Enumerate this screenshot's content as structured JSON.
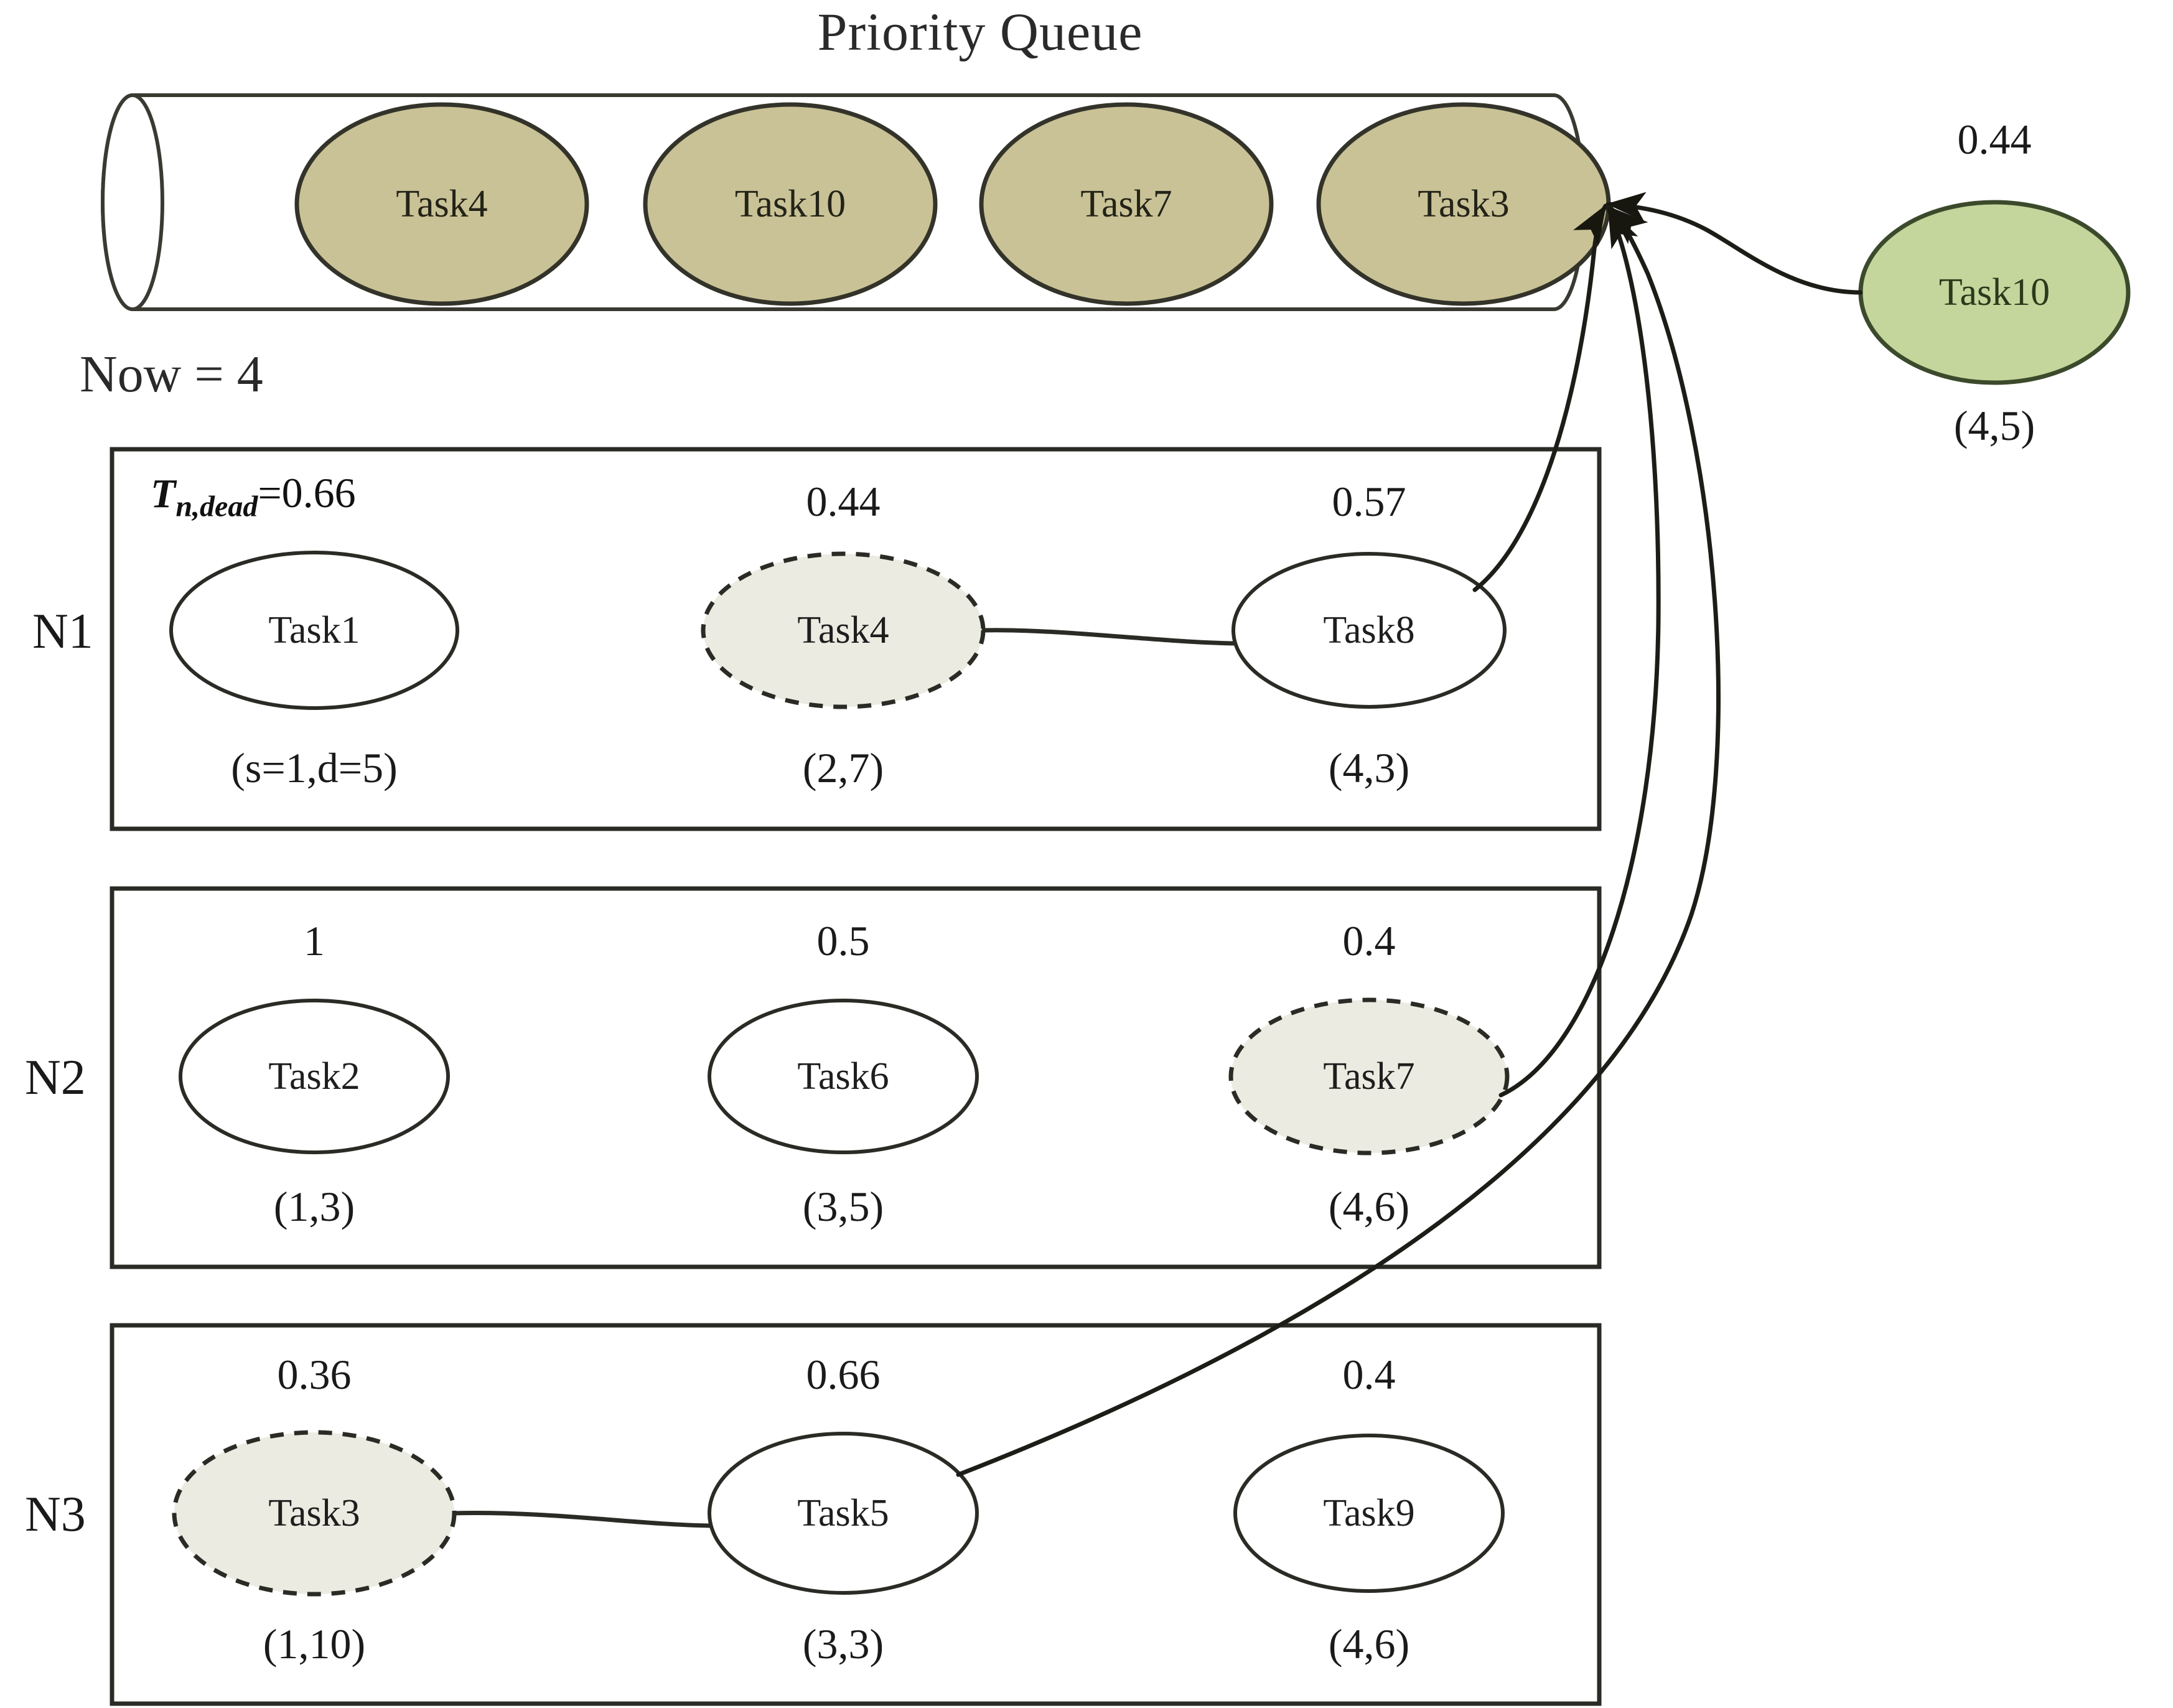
{
  "title": "Priority Queue",
  "clock": {
    "label": "Now = 4"
  },
  "queue": {
    "name": "priority-queue",
    "items": [
      {
        "label": "Task4"
      },
      {
        "label": "Task10"
      },
      {
        "label": "Task7"
      },
      {
        "label": "Task3"
      }
    ]
  },
  "incoming": {
    "priority": "0.44",
    "label": "Task10",
    "sd": "(4,5)"
  },
  "formula": {
    "symbol": "T",
    "subscript": "n,dead",
    "equals": "=0.66"
  },
  "nodes": [
    {
      "id": "N1",
      "label": "N1",
      "tasks": [
        {
          "priority": "0.66",
          "label": "Task1",
          "sd": "(s=1,d=5)",
          "selected": false
        },
        {
          "priority": "0.44",
          "label": "Task4",
          "sd": "(2,7)",
          "selected": true
        },
        {
          "priority": "0.57",
          "label": "Task8",
          "sd": "(4,3)",
          "selected": false
        }
      ]
    },
    {
      "id": "N2",
      "label": "N2",
      "tasks": [
        {
          "priority": "1",
          "label": "Task2",
          "sd": "(1,3)",
          "selected": false
        },
        {
          "priority": "0.5",
          "label": "Task6",
          "sd": "(3,5)",
          "selected": false
        },
        {
          "priority": "0.4",
          "label": "Task7",
          "sd": "(4,6)",
          "selected": true
        }
      ]
    },
    {
      "id": "N3",
      "label": "N3",
      "tasks": [
        {
          "priority": "0.36",
          "label": "Task3",
          "sd": "(1,10)",
          "selected": true
        },
        {
          "priority": "0.66",
          "label": "Task5",
          "sd": "(3,3)",
          "selected": false
        },
        {
          "priority": "0.4",
          "label": "Task9",
          "sd": "(4,6)",
          "selected": false
        }
      ]
    }
  ],
  "colors": {
    "queue_fill": "#c9c296",
    "incoming_fill": "#c4d69b",
    "selected_fill": "#ecebe1",
    "plain_fill": "#ffffff",
    "stroke": "#2b2b26",
    "background": "#ffffff"
  }
}
